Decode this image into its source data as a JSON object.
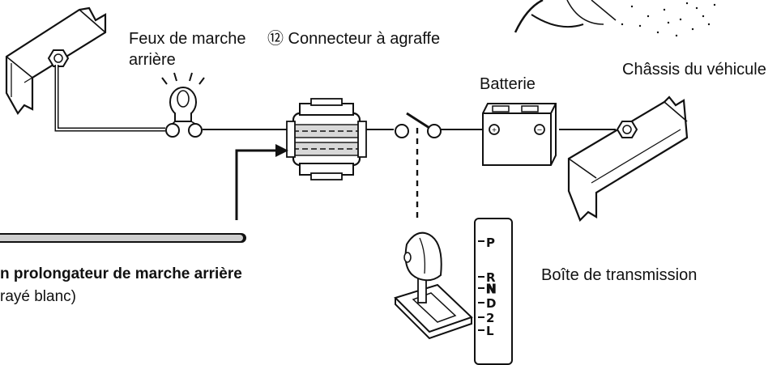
{
  "labels": {
    "backup_lights_line1": "Feux de marche",
    "backup_lights_line2": "arrière",
    "connector": "⑫ Connecteur à agraffe",
    "battery": "Batterie",
    "chassis": "Châssis du véhicule",
    "harness_line1": "n prolongateur de marche arrière",
    "harness_line2": "rayé blanc)",
    "transmission": "Boîte de transmission"
  },
  "gears": [
    "P",
    "R",
    "N",
    "D",
    "2",
    "L"
  ],
  "battery_terminals": {
    "positive": "+",
    "negative": "−"
  },
  "colors": {
    "ink": "#111111",
    "wire_fill": "#cfcfcf",
    "connector_fill": "#d8d8d8",
    "background": "#ffffff"
  }
}
